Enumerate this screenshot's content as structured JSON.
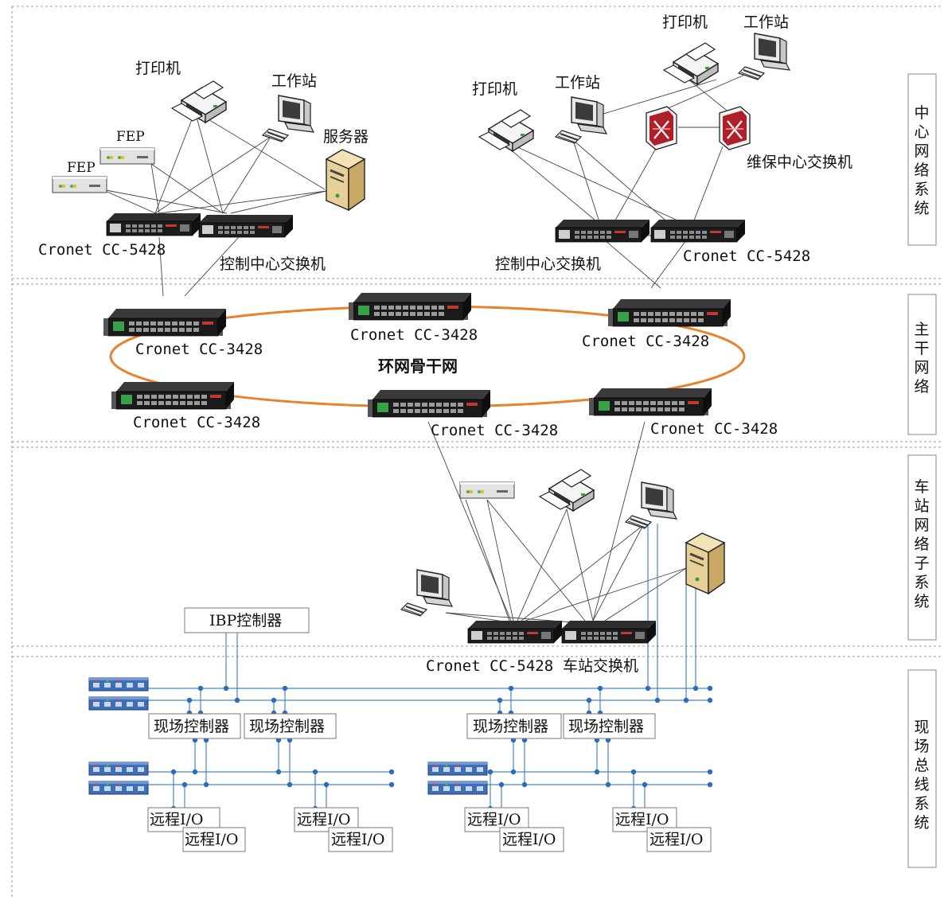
{
  "sections": {
    "center": "中心网络系统",
    "backbone": "主干网络",
    "station": "车站网络子系统",
    "fieldbus": "现场总线系统"
  },
  "labels": {
    "printer": "打印机",
    "workstation": "工作站",
    "server": "服务器",
    "fep": "FEP",
    "cronet_5428": "Cronet CC-5428",
    "cronet_3428": "Cronet CC-3428",
    "ctrl_switch": "控制中心交换机",
    "maint_switch": "维保中心交换机",
    "ring": "环网骨干网",
    "ibp": "IBP控制器",
    "station_switch": "车站交换机",
    "field_ctrl": "现场控制器",
    "remote_io": "远程I/O"
  },
  "colors": {
    "ring": "#e8822f",
    "bus": "#4a86c5",
    "bus_node": "#2d6cb8",
    "link": "#333333",
    "section_border": "#9a9a9a",
    "maint_switch_fill": "#b0202a",
    "server_fill": "#e3c98e"
  },
  "icons": [
    "printer-icon",
    "workstation-icon",
    "server-icon",
    "fep-device-icon",
    "switch-icon",
    "rack-switch-icon",
    "io-module-icon"
  ]
}
